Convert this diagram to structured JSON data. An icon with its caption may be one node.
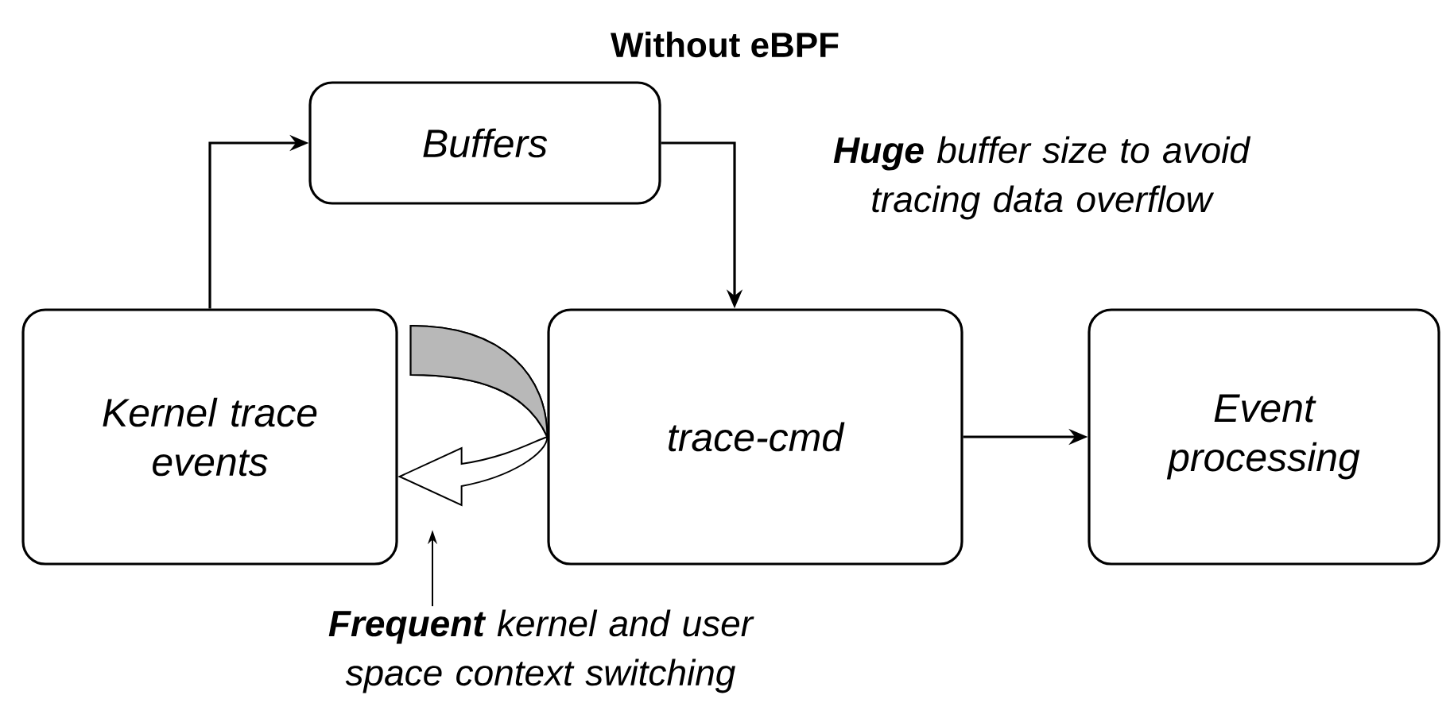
{
  "diagram": {
    "title": "Without eBPF",
    "nodes": [
      {
        "text": [
          "Kernel trace events"
        ]
      },
      {
        "text": [
          "Buffers"
        ]
      },
      {
        "text": [
          "trace-cmd"
        ]
      },
      {
        "text": [
          "Event processing"
        ]
      },
      {
        "text": [
          "**Frequent** kernel and user space context switching"
        ]
      }
    ],
    "edges": [
      {
        "from": 0,
        "to": 1,
        "arrow": "to"
      },
      {
        "from": 1,
        "to": 2,
        "arrow": "to"
      },
      {
        "from": 2,
        "to": 3,
        "arrow": "to"
      },
      {
        "from": 2,
        "to": 0,
        "arrow": "to",
        "style": "thick"
      },
      {
        "from": 4,
        "to": null,
        "arrow": "to"
      }
    ],
    "labels": [
      "**Huge** buffer size to avoid tracing data overflow"
    ]
  }
}
